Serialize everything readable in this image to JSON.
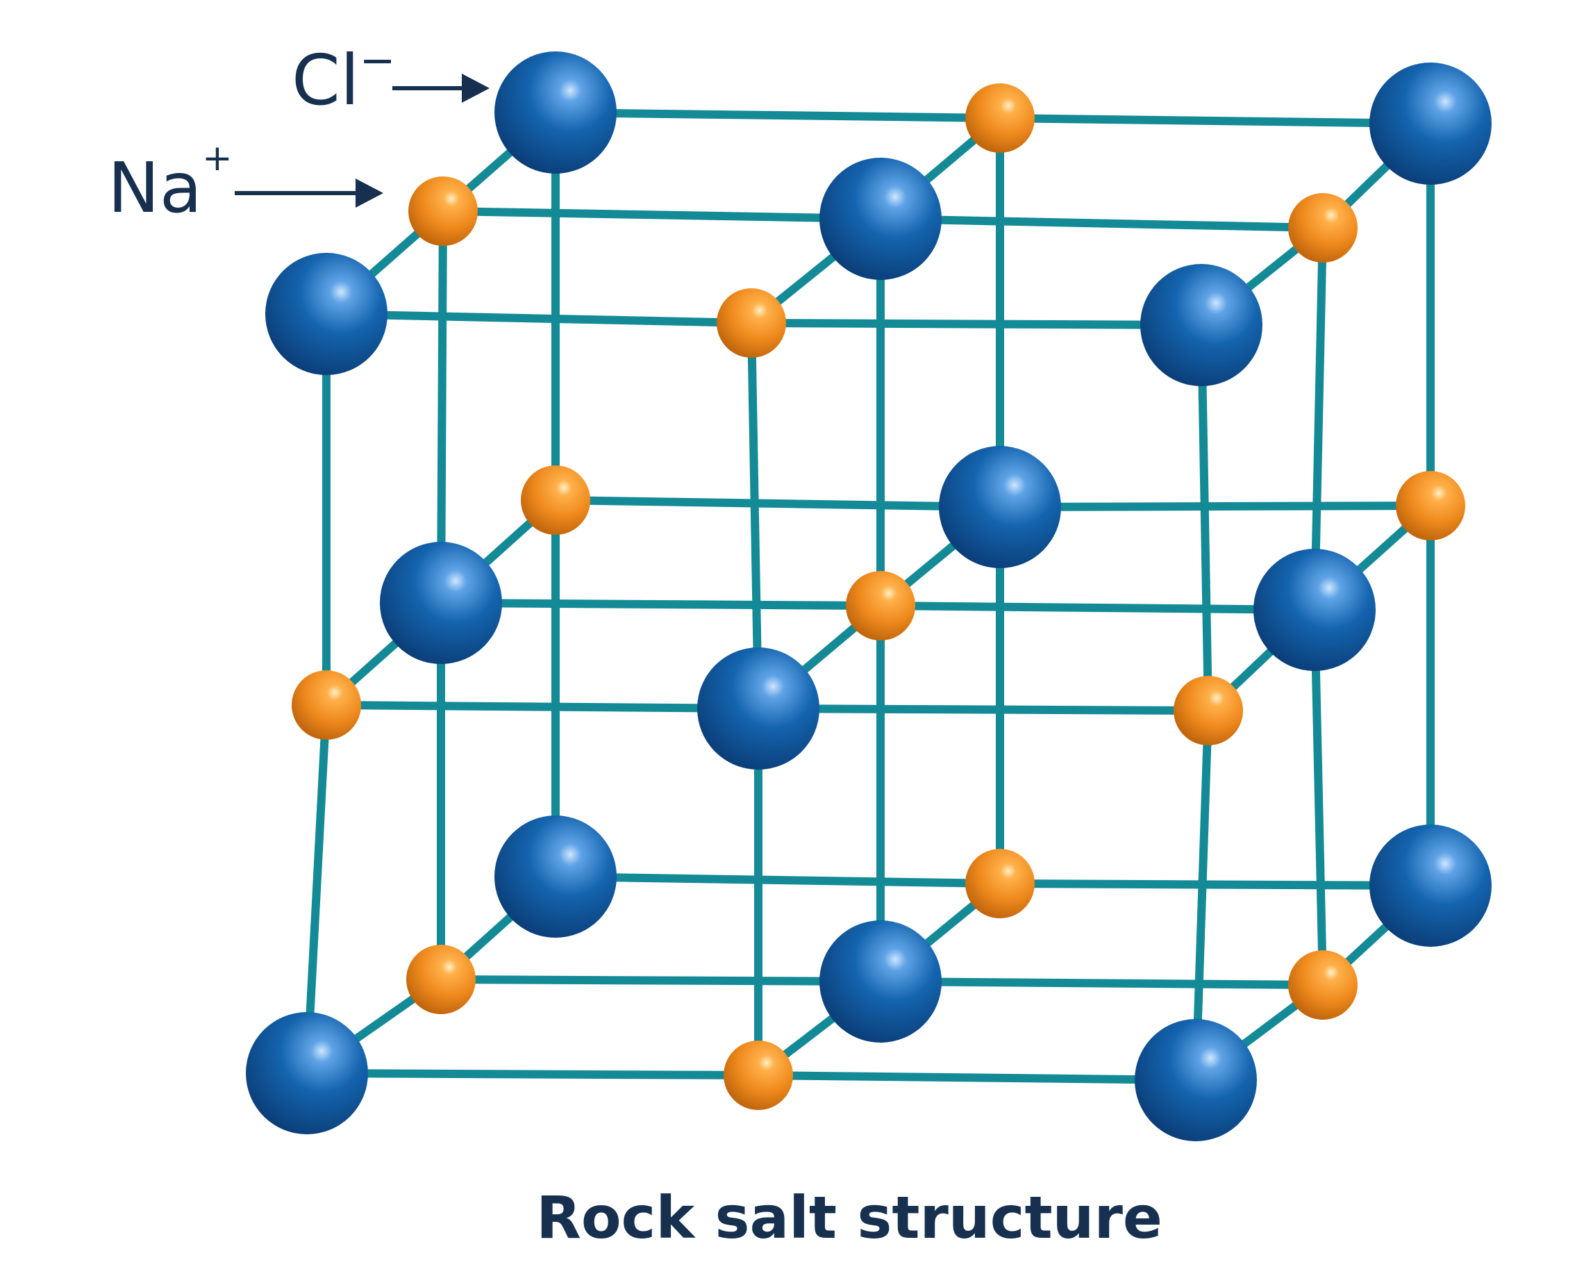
{
  "legend": {
    "chloride": {
      "symbol": "Cl",
      "charge": "−"
    },
    "sodium": {
      "symbol": "Na",
      "charge": "+"
    }
  },
  "caption": "Rock salt structure",
  "colors": {
    "bond": "#138a96",
    "chloride_ion": "#1464ae",
    "sodium_ion": "#ef8a1d",
    "text": "#17304f"
  },
  "icons": {
    "chloride_ion": "blue-sphere-icon",
    "sodium_ion": "orange-sphere-icon",
    "arrow": "arrow-right-icon"
  }
}
